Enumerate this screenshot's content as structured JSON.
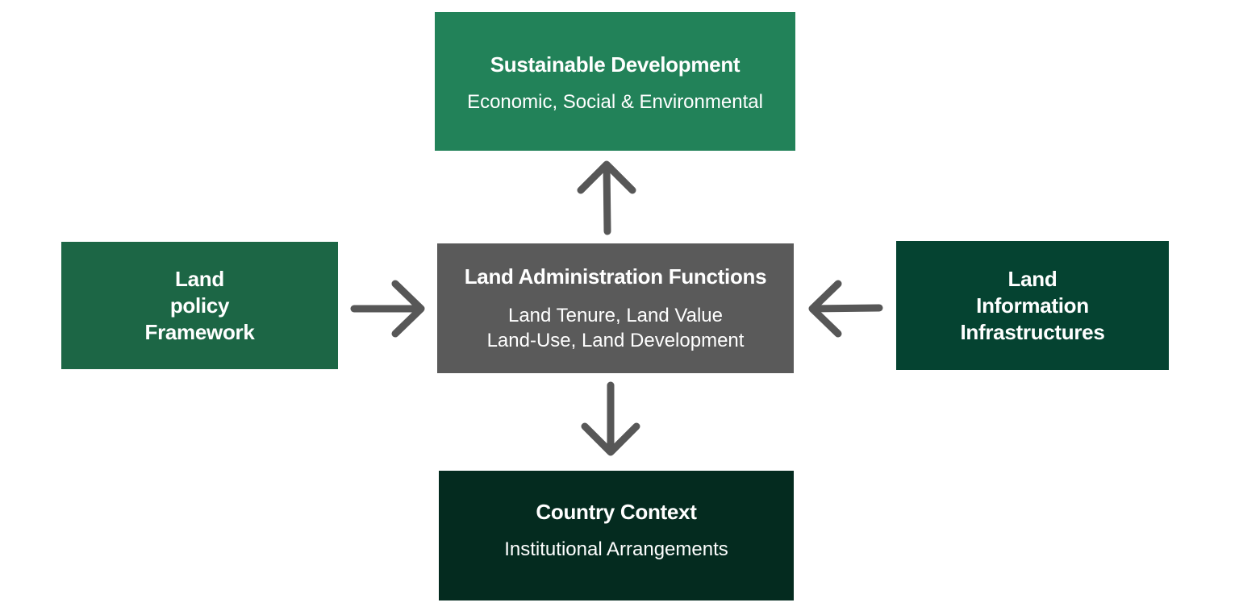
{
  "diagram": {
    "colors": {
      "sustainable_box": "#228259",
      "functions_box": "#5a5a5a",
      "policy_box": "#1c6645",
      "info_box": "#054331",
      "country_box": "#042b1f",
      "arrow": "#575757",
      "text": "#ffffff"
    },
    "sustainable_development": {
      "title": "Sustainable Development",
      "subtitle": "Economic, Social & Environmental"
    },
    "land_administration_functions": {
      "title": "Land Administration Functions",
      "line1": "Land Tenure, Land Value",
      "line2": "Land-Use, Land Development"
    },
    "land_policy_framework": {
      "title_lines": [
        "Land",
        "policy",
        "Framework"
      ]
    },
    "land_information_infrastructures": {
      "title_lines": [
        "Land",
        "Information",
        "Infrastructures"
      ]
    },
    "country_context": {
      "title": "Country Context",
      "subtitle": "Institutional Arrangements"
    },
    "arrows": [
      {
        "name": "arrow-functions-to-sustainable",
        "direction": "up"
      },
      {
        "name": "arrow-policy-to-functions",
        "direction": "right"
      },
      {
        "name": "arrow-info-to-functions",
        "direction": "left"
      },
      {
        "name": "arrow-functions-to-country",
        "direction": "down"
      }
    ]
  }
}
